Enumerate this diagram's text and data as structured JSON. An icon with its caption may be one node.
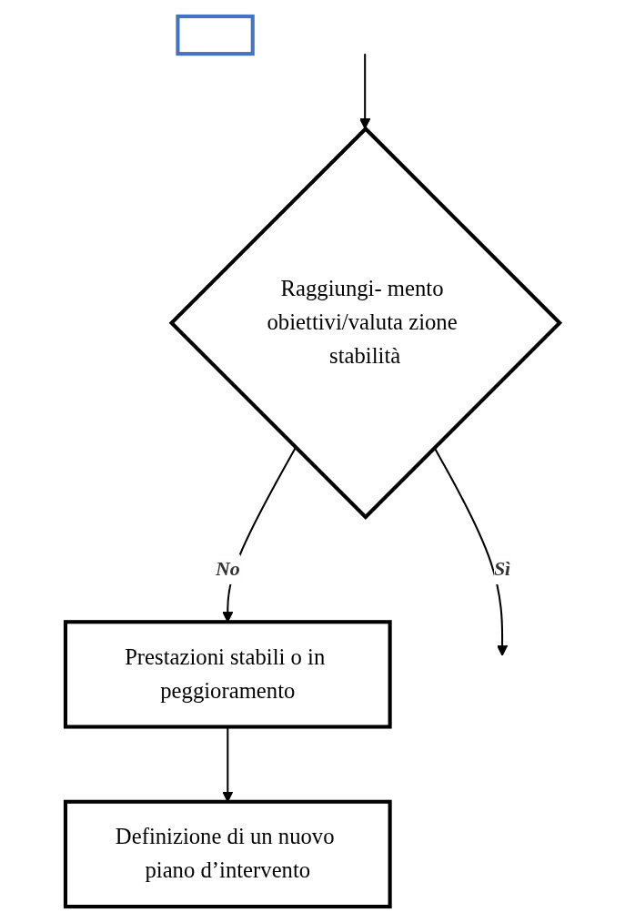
{
  "diagram": {
    "nodes": [
      {
        "text": [
          "Raggiungi- mento obiettivi/valuta zione stabilità"
        ]
      },
      {
        "text": [
          "Prestazioni stabili o in peggioramento"
        ]
      },
      {
        "text": [],
        "shape": "box"
      },
      {
        "text": [
          "Definizione di un nuovo piano d’intervento"
        ]
      }
    ],
    "edges": [
      {
        "from": null,
        "to": 0,
        "arrow": "to"
      },
      {
        "from": 0,
        "to": null,
        "arrow": "to",
        "label": "Sì"
      },
      {
        "from": 0,
        "to": 1,
        "arrow": "to",
        "label": "No"
      },
      {
        "from": 1,
        "to": 3,
        "arrow": "to"
      }
    ]
  }
}
